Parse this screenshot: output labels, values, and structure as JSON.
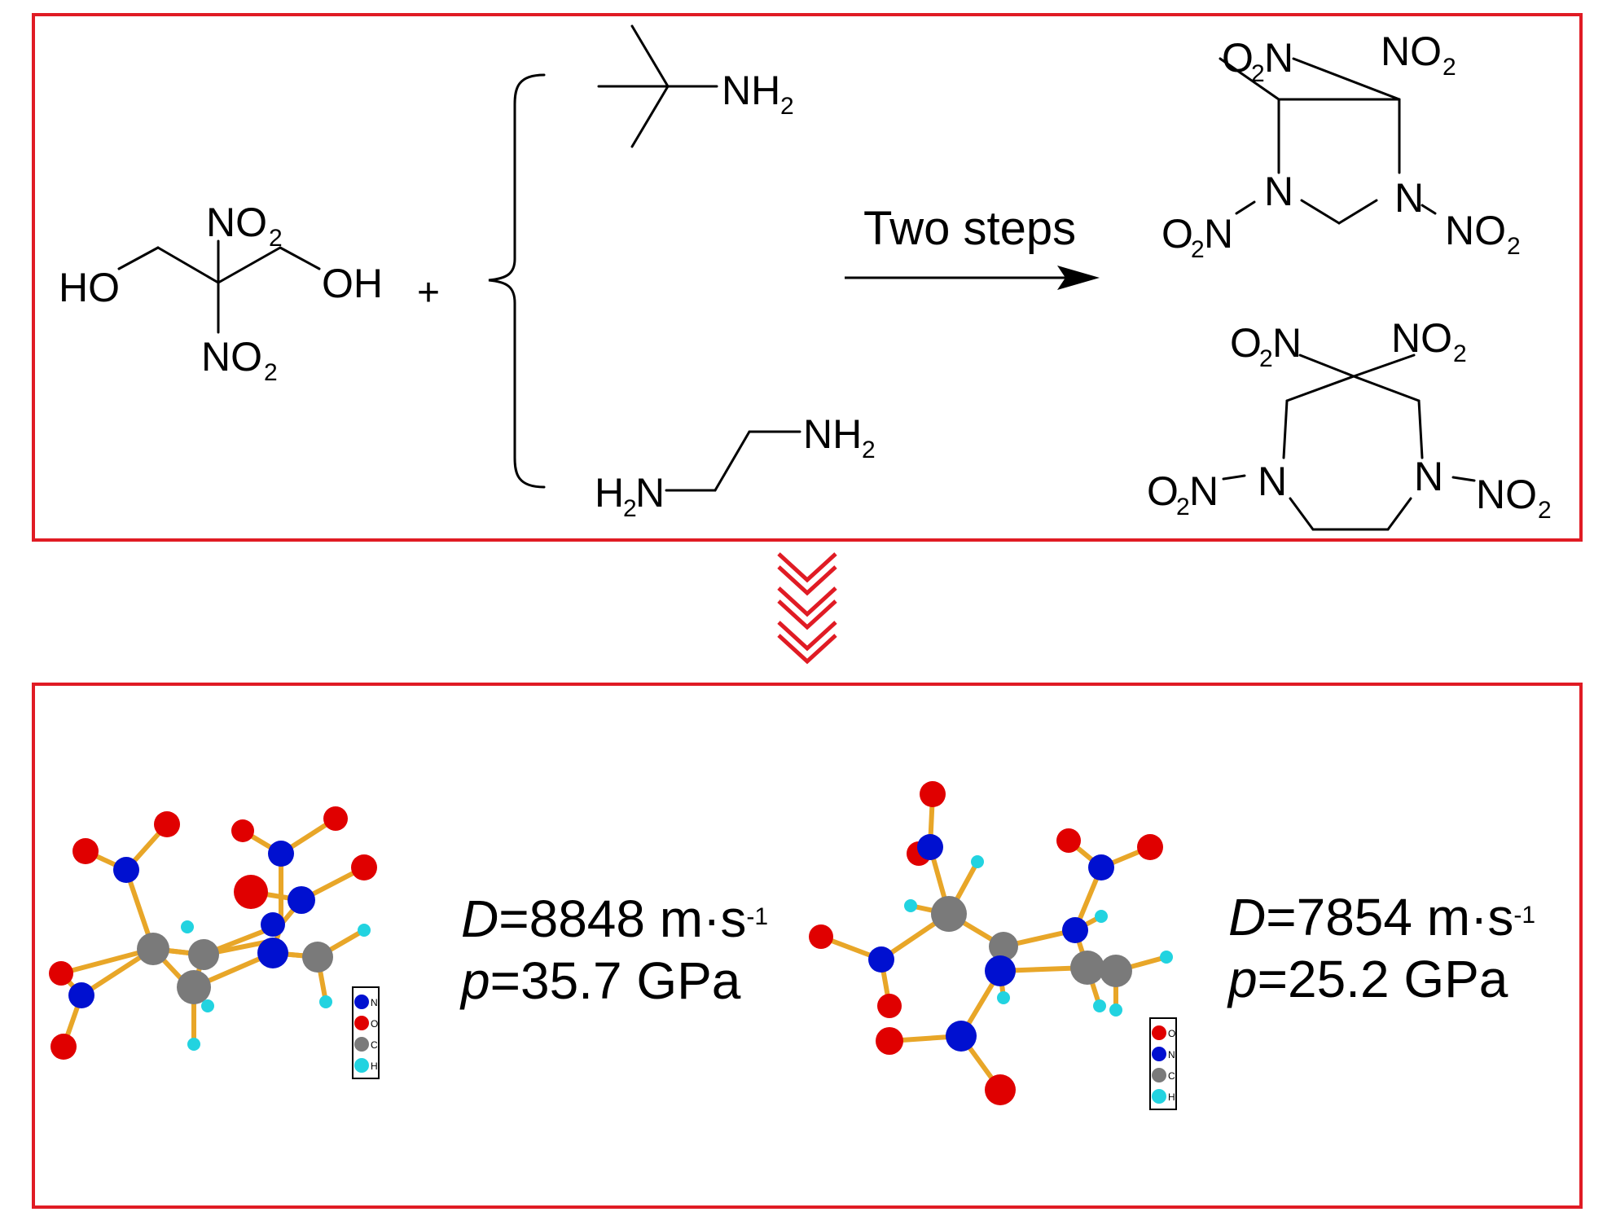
{
  "colors": {
    "frame": "#e01b24",
    "bond": "#000000",
    "stick": "#e8a628",
    "oxygen": "#e00000",
    "nitrogen": "#0010d0",
    "carbon": "#7a7a7a",
    "hydrogen": "#22d3e0"
  },
  "reaction": {
    "arrow_label": "Two steps",
    "plus": "+",
    "atoms": {
      "OH": "OH",
      "HO": "HO",
      "N": "N",
      "NO": "NO",
      "O": "O",
      "NH": "NH",
      "H": "H",
      "sub2": "2"
    }
  },
  "down_arrows_icon": "triple-chevron-down-icon",
  "legend": {
    "N": "N",
    "O": "O",
    "C": "C",
    "H": "H"
  },
  "compounds": [
    {
      "D_symbol": "D",
      "D_value": "=8848 m·s",
      "D_exp": "-1",
      "p_symbol": "p",
      "p_value": "=35.7 GPa"
    },
    {
      "D_symbol": "D",
      "D_value": "=7854 m·s",
      "D_exp": "-1",
      "p_symbol": "p",
      "p_value": "=25.2 GPa"
    }
  ]
}
